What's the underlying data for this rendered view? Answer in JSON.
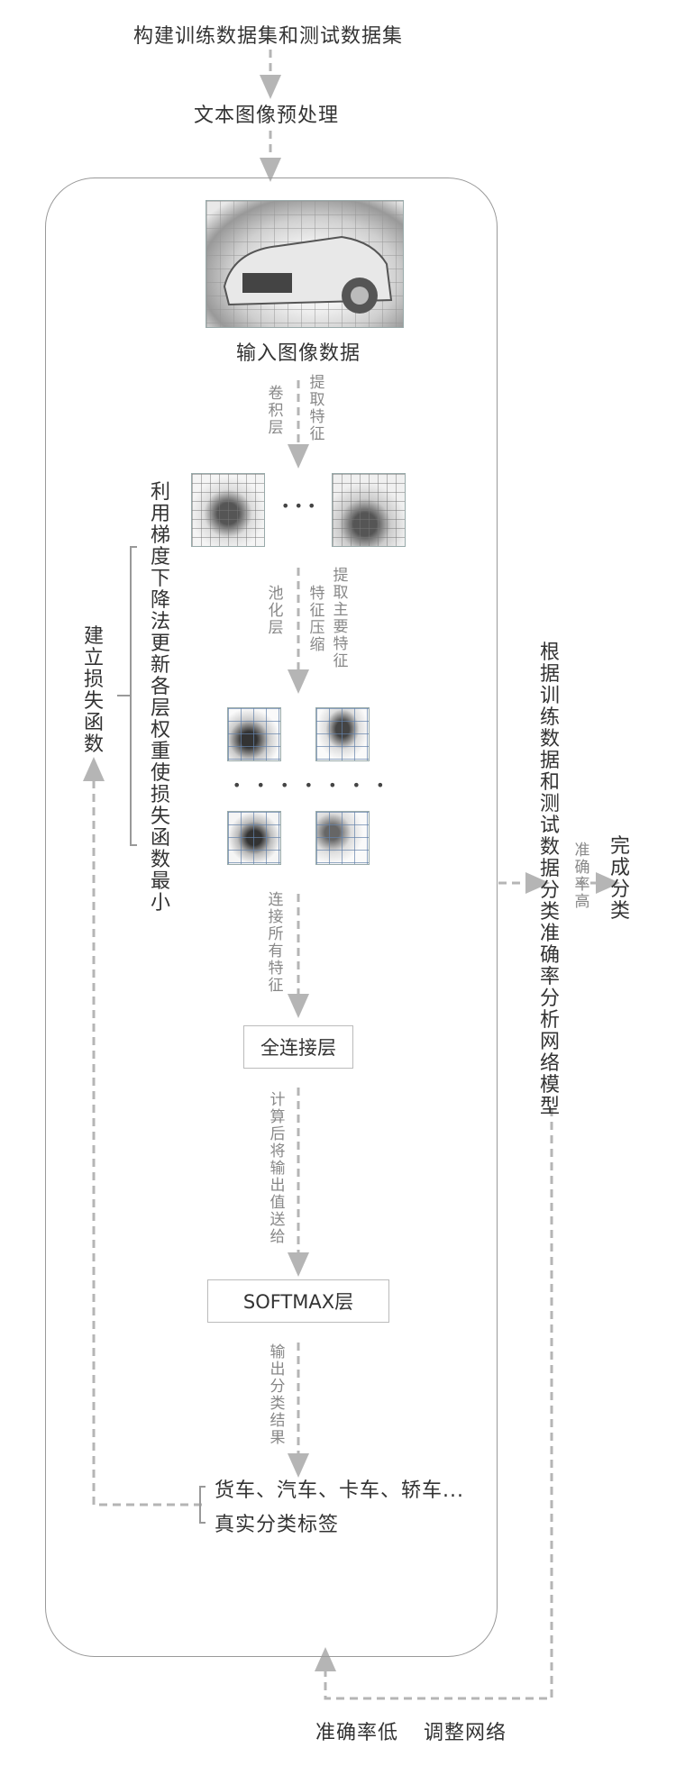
{
  "steps": {
    "build_dataset": "构建训练数据集和测试数据集",
    "preprocess": "文本图像预处理",
    "input_image": "输入图像数据",
    "fc_layer": "全连接层",
    "softmax_layer": "SOFTMAX层",
    "classes": "货车、汽车、卡车、轿车...",
    "true_labels": "真实分类标签"
  },
  "edges": {
    "conv_left": "卷积层",
    "conv_right": "提取特征",
    "pool_left": "池化层",
    "pool_mid": "特征压缩",
    "pool_right": "提取主要特征",
    "connect": "连接所有特征",
    "compute": "计算后将输出值送给",
    "output": "输出分类结果",
    "high_acc": "准确率高"
  },
  "side": {
    "gradient": "利用梯度下降法更新各层权重使损失函数最小",
    "loss": "建立损失函数",
    "analyze": "根据训练数据和测试数据分类准确率分析网络模型",
    "done": "完成分类",
    "low_acc": "准确率低",
    "adjust": "调整网络"
  },
  "ellipsis": {
    "small": "• • •",
    "wide": "• • • • • • •"
  },
  "colors": {
    "arrow": "#b5b5b5",
    "frame": "#999999"
  }
}
